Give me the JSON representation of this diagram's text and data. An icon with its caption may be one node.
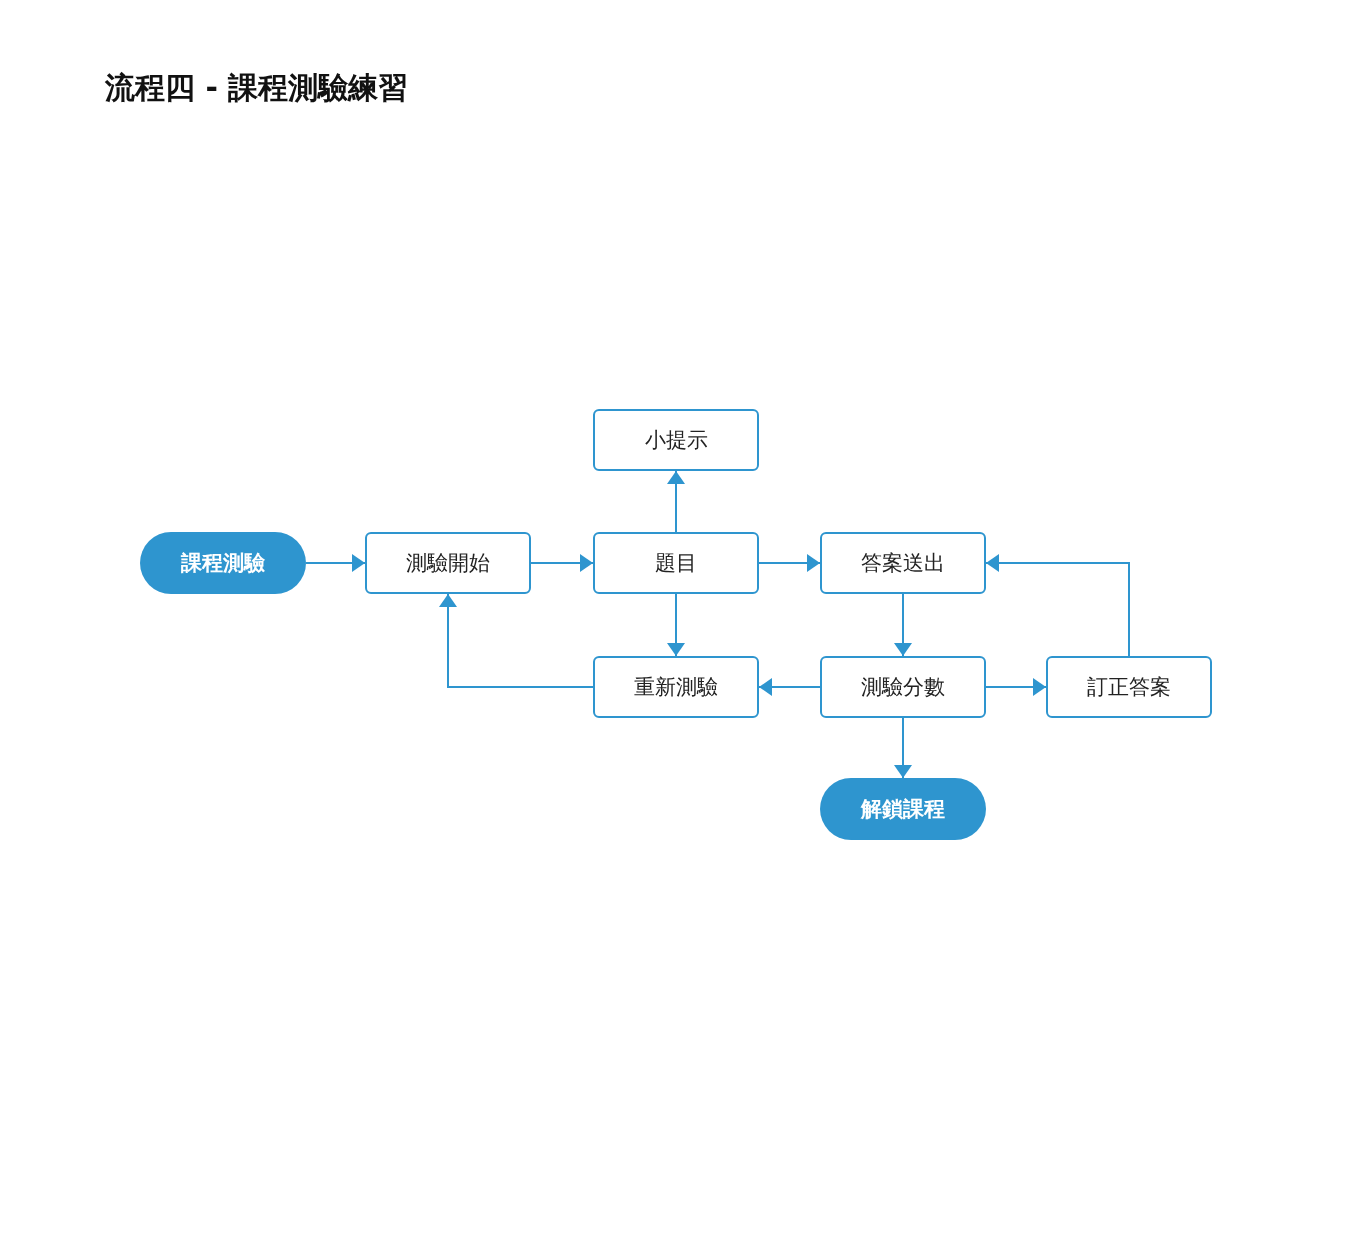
{
  "diagram": {
    "title": "流程四 - 課程測驗練習",
    "nodes": [
      {
        "text": [
          "課程測驗"
        ]
      },
      {
        "text": [
          "測驗開始"
        ]
      },
      {
        "text": [
          "小提示"
        ]
      },
      {
        "text": [
          "題目"
        ]
      },
      {
        "text": [
          "答案送出"
        ]
      },
      {
        "text": [
          "重新測驗"
        ]
      },
      {
        "text": [
          "測驗分數"
        ]
      },
      {
        "text": [
          "訂正答案"
        ]
      },
      {
        "text": [
          "解鎖課程"
        ]
      }
    ],
    "edges": [
      {
        "from": 0,
        "to": 1,
        "arrow": "to"
      },
      {
        "from": 1,
        "to": 3,
        "arrow": "to"
      },
      {
        "from": 3,
        "to": 2,
        "arrow": "to"
      },
      {
        "from": 3,
        "to": 4,
        "arrow": "to"
      },
      {
        "from": 3,
        "to": 5,
        "arrow": "to"
      },
      {
        "from": 4,
        "to": 6,
        "arrow": "to"
      },
      {
        "from": 6,
        "to": 5,
        "arrow": "to"
      },
      {
        "from": 6,
        "to": 7,
        "arrow": "to"
      },
      {
        "from": 7,
        "to": 4,
        "arrow": "to"
      },
      {
        "from": 5,
        "to": 1,
        "arrow": "to"
      },
      {
        "from": 6,
        "to": 8,
        "arrow": "to"
      }
    ]
  }
}
